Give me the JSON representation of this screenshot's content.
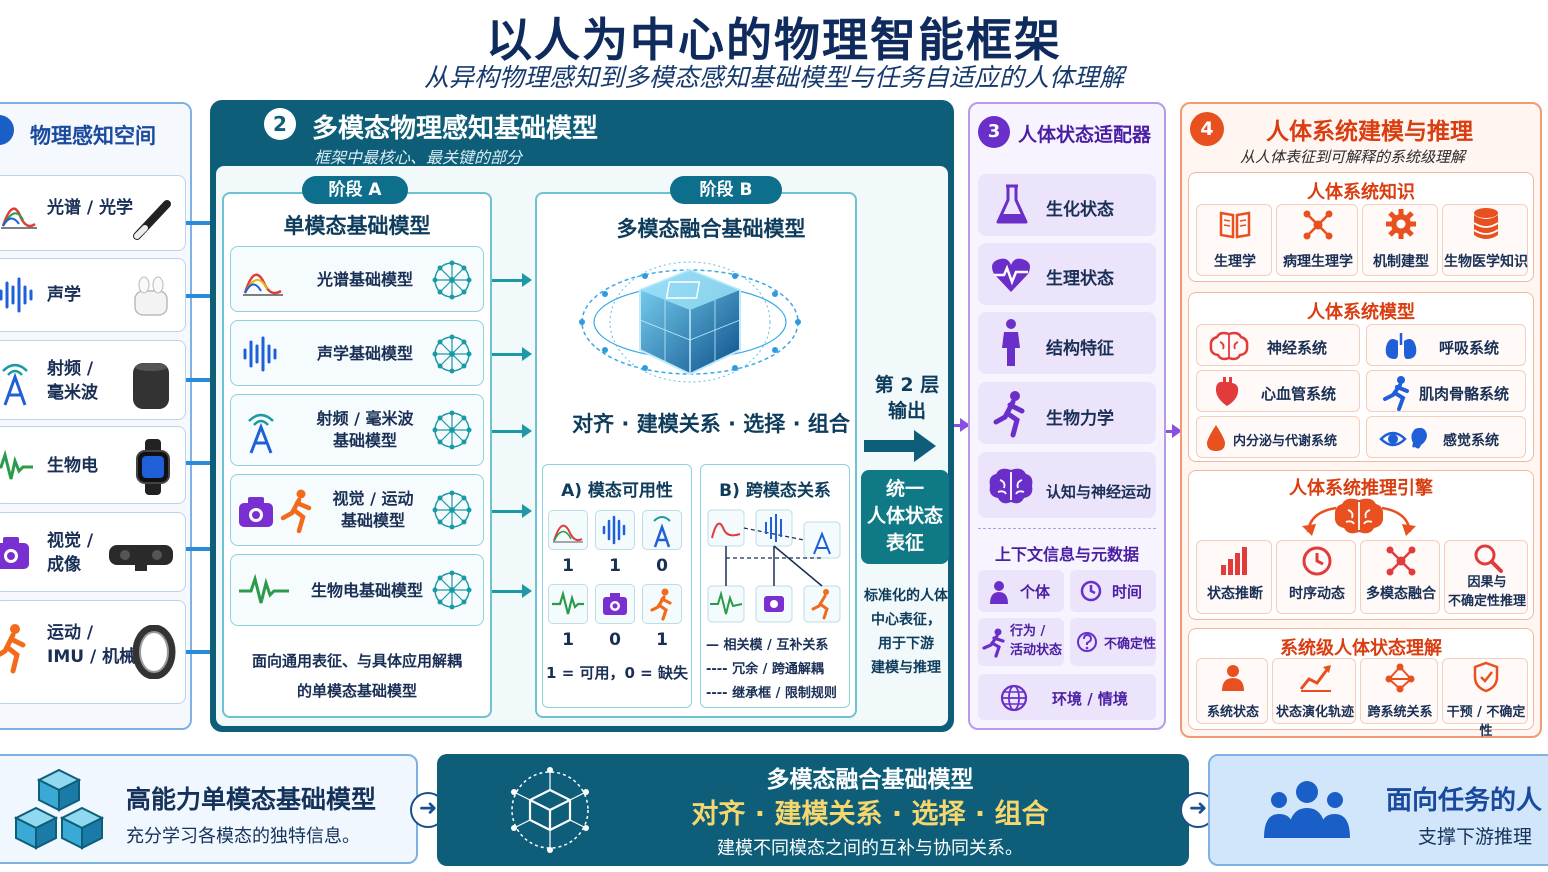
{
  "header": {
    "title": "以人为中心的物理智能框架",
    "subtitle": "从异构物理感知到多模态感知基础模型与任务自适应的人体理解"
  },
  "panel1": {
    "title": "物理感知空间",
    "items": [
      {
        "label": "光谱 / 光学",
        "icon": "spectrum-icon"
      },
      {
        "label": "声学",
        "icon": "soundwave-icon"
      },
      {
        "label": "射频 /\n毫米波",
        "icon": "antenna-icon"
      },
      {
        "label": "生物电",
        "icon": "ecg-icon"
      },
      {
        "label": "视觉 /\n成像",
        "icon": "camera-icon"
      },
      {
        "label": "运动 /\nIMU / 机械",
        "icon": "running-icon"
      }
    ]
  },
  "panel2": {
    "number": "2",
    "title": "多模态物理感知基础模型",
    "subtitle": "框架中最核心、最关键的部分",
    "stage_a": {
      "pill": "阶段 A",
      "title": "单模态基础模型",
      "models": [
        {
          "label": "光谱基础模型"
        },
        {
          "label": "声学基础模型"
        },
        {
          "label": "射频 / 毫米波\n基础模型"
        },
        {
          "label": "视觉 / 运动\n基础模型"
        },
        {
          "label": "生物电基础模型"
        }
      ],
      "footer": "面向通用表征、与具体应用解耦\n的单模态基础模型"
    },
    "stage_b": {
      "pill": "阶段 B",
      "title": "多模态融合基础模型",
      "caption": "对齐 · 建模关系 · 选择 · 组合",
      "availability": {
        "title": "A) 模态可用性",
        "row1": [
          "1",
          "1",
          "0"
        ],
        "row2": [
          "1",
          "0",
          "1"
        ],
        "legend": "1 = 可用，0 = 缺失"
      },
      "cross": {
        "title": "B) 跨模态关系",
        "legend": [
          "— 相关模 / 互补关系",
          "---- 冗余 / 跨通解耦",
          "---- 继承框 / 限制规则"
        ]
      }
    },
    "output": {
      "layer": "第 2 层\n输出",
      "box": "统一\n人体状态\n表征",
      "desc": "标准化的人体\n中心表征，\n用于下游\n建模与推理"
    }
  },
  "panel3": {
    "number": "3",
    "title": "人体状态适配器",
    "items": [
      "生化状态",
      "生理状态",
      "结构特征",
      "生物力学",
      "认知与神经运动"
    ],
    "context_title": "上下文信息与元数据",
    "context": [
      "个体",
      "时间",
      "行为 /\n活动状态",
      "不确定性",
      "环境 / 情境"
    ]
  },
  "panel4": {
    "number": "4",
    "title": "人体系统建模与推理",
    "subtitle": "从人体表征到可解释的系统级理解",
    "knowledge": {
      "title": "人体系统知识",
      "items": [
        "生理学",
        "病理生理学",
        "机制建型",
        "生物医学知识"
      ]
    },
    "model": {
      "title": "人体系统模型",
      "items": [
        "神经系统",
        "呼吸系统",
        "心血管系统",
        "肌肉骨骼系统",
        "内分泌与代谢系统",
        "感觉系统"
      ]
    },
    "engine": {
      "title": "人体系统推理引擎",
      "items": [
        "状态推断",
        "时序动态",
        "多模态融合",
        "因果与\n不确定性推理"
      ]
    },
    "understanding": {
      "title": "系统级人体状态理解",
      "items": [
        "系统状态",
        "状态演化轨迹",
        "跨系统关系",
        "干预 / 不确定性"
      ]
    }
  },
  "bottom": {
    "b1_title": "高能力单模态基础模型",
    "b1_desc": "充分学习各模态的独特信息。",
    "b2_title": "多模态融合基础模型",
    "b2_caption": "对齐 · 建模关系 · 选择 · 组合",
    "b2_desc": "建模不同模态之间的互补与协同关系。",
    "b3_title": "面向任务的人",
    "b3_desc": "支撑下游推理"
  },
  "colors": {
    "navy": "#0f2a5c",
    "teal": "#0e5e7a",
    "purple": "#6a2fc9",
    "orange": "#e8511f",
    "blue": "#1a5fc8"
  }
}
